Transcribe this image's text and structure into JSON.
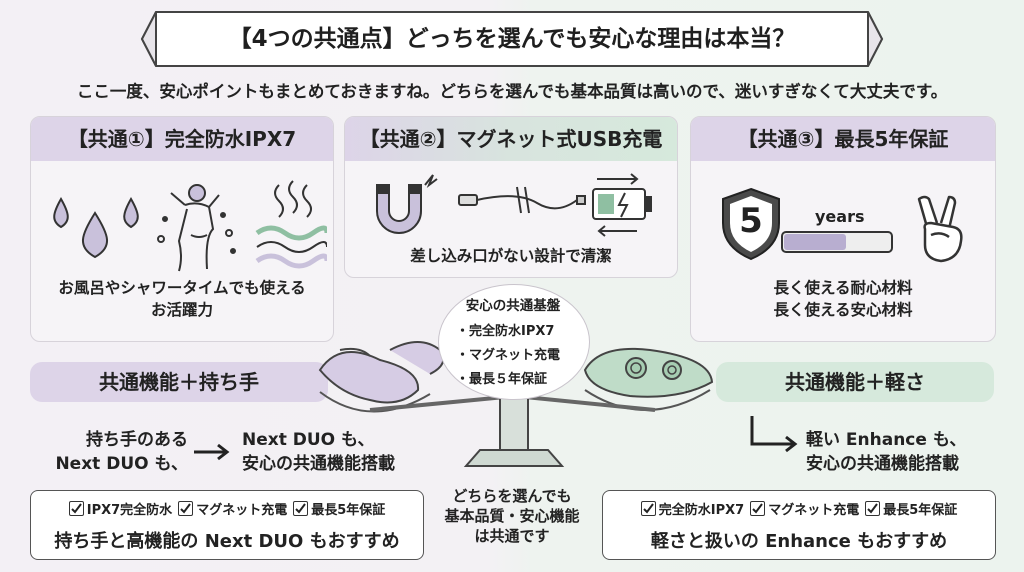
{
  "title": "【4つの共通点】どっちを選んでも安心な理由は本当？",
  "intro": "ここ一度、安心ポイントもまとめておきますね。どちらを選んでも基本品質は高いので、迷いすぎなくて大丈夫です。",
  "cards": [
    {
      "heading": "【共通①】完全防水IPX7",
      "caption_lines": [
        "お風呂やシャワータイムでも使える",
        "お活躍力"
      ],
      "icons": [
        "water-drops-icon",
        "shower-person-icon",
        "steam-waves-icon"
      ]
    },
    {
      "heading": "【共通②】マグネット式USB充電",
      "caption_lines": [
        "差し込み口がない設計で清潔"
      ],
      "icons": [
        "magnet-icon",
        "usb-cable-icon",
        "battery-charging-icon"
      ]
    },
    {
      "heading": "【共通③】最長5年保証",
      "caption_lines": [
        "長く使える耐心材料",
        "長く使える安心材料"
      ],
      "warranty_number": "5",
      "warranty_unit": "years",
      "icons": [
        "shield-icon",
        "progress-bar-icon",
        "peace-hand-icon"
      ]
    }
  ],
  "center_bubble": {
    "title": "安心の共通基盤",
    "items": [
      "・完全防水IPX7",
      "・マグネット充電",
      "・最長５年保証"
    ]
  },
  "pills": {
    "left": "共通機能＋持ち手",
    "right": "共通機能＋軽さ"
  },
  "flows": {
    "left_from": [
      "持ち手のある",
      "Next DUO も、"
    ],
    "left_to": [
      "Next DUO も、",
      "安心の共通機能搭載"
    ],
    "right_to": [
      "軽い Enhance も、",
      "安心の共通機能搭載"
    ]
  },
  "bottom_boxes": {
    "left": {
      "checks": [
        "IPX7完全防水",
        "マグネット充電",
        "最長5年保証"
      ],
      "main": "持ち手と高機能の Next DUO もおすすめ"
    },
    "right": {
      "checks": [
        "完全防水IPX7",
        "マグネット充電",
        "最長5年保証"
      ],
      "main": "軽さと扱いの Enhance もおすすめ"
    }
  },
  "center_note": [
    "どちらを選んでも",
    "基本品質・安心機能",
    "は共通です"
  ],
  "colors": {
    "purple": "#ddd4e8",
    "green": "#d6e9dc",
    "icon_purple": "#a99bc4",
    "icon_green": "#8fbfa2",
    "dark": "#333333"
  }
}
